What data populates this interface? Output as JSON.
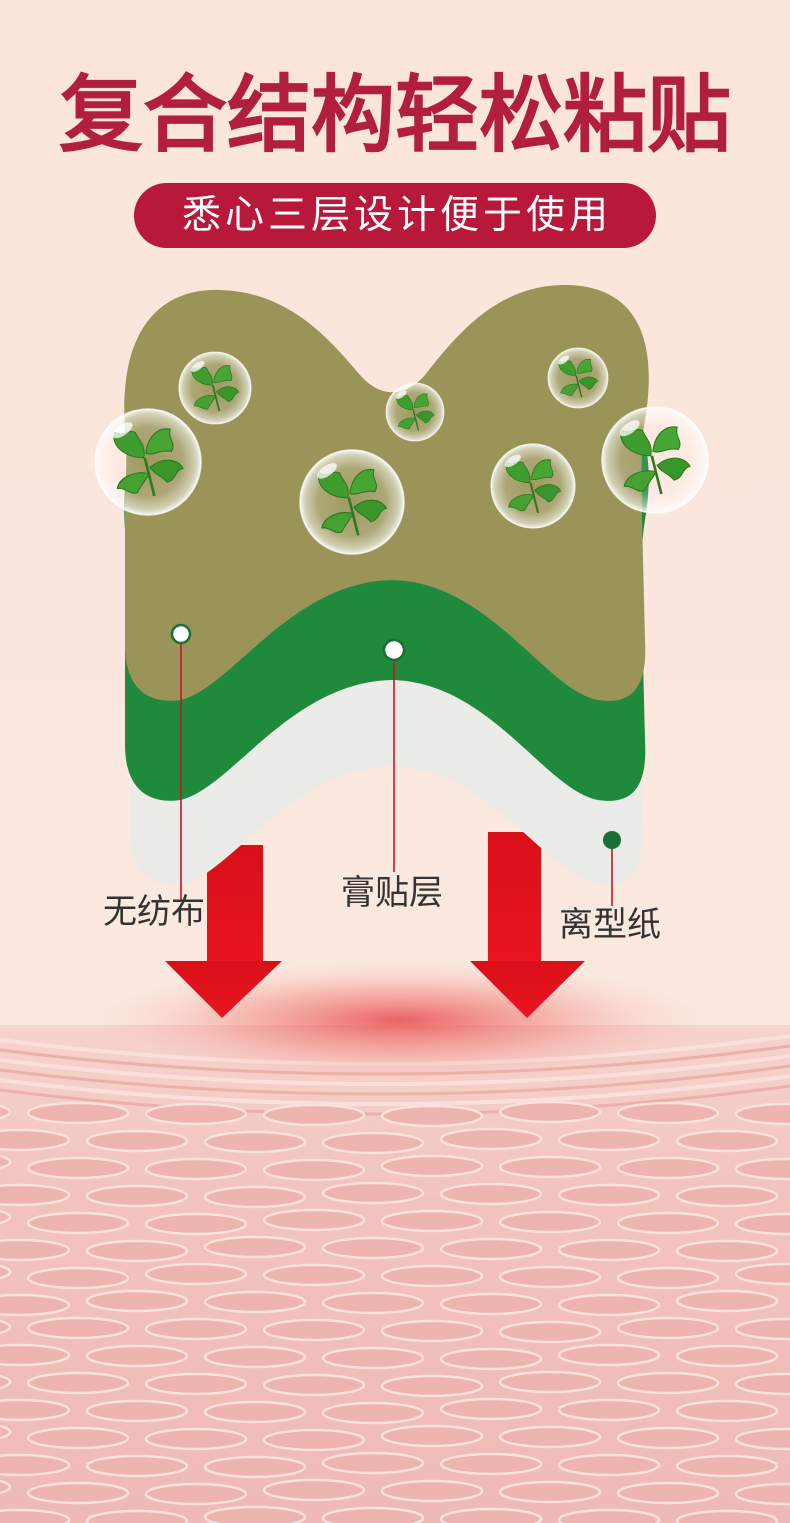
{
  "header": {
    "title": "复合结构轻松粘贴",
    "subtitle": "悉心三层设计便于使用"
  },
  "layers": [
    {
      "label": "无纺布",
      "color": "#9a9458"
    },
    {
      "label": "膏贴层",
      "color": "#1f8a3c"
    },
    {
      "label": "离型纸",
      "color": "#ebebe8"
    }
  ],
  "colors": {
    "background": "#fbe5da",
    "title": "#b21f3c",
    "badge": "#b8193b",
    "arrow": "#e3141d",
    "marker": "#1b6e35",
    "leader_line": "#c4142c",
    "skin": "#f2c3bd"
  },
  "icons": {
    "bubbles": "herb-bubble-icon",
    "arrows": "arrow-down-icon"
  }
}
